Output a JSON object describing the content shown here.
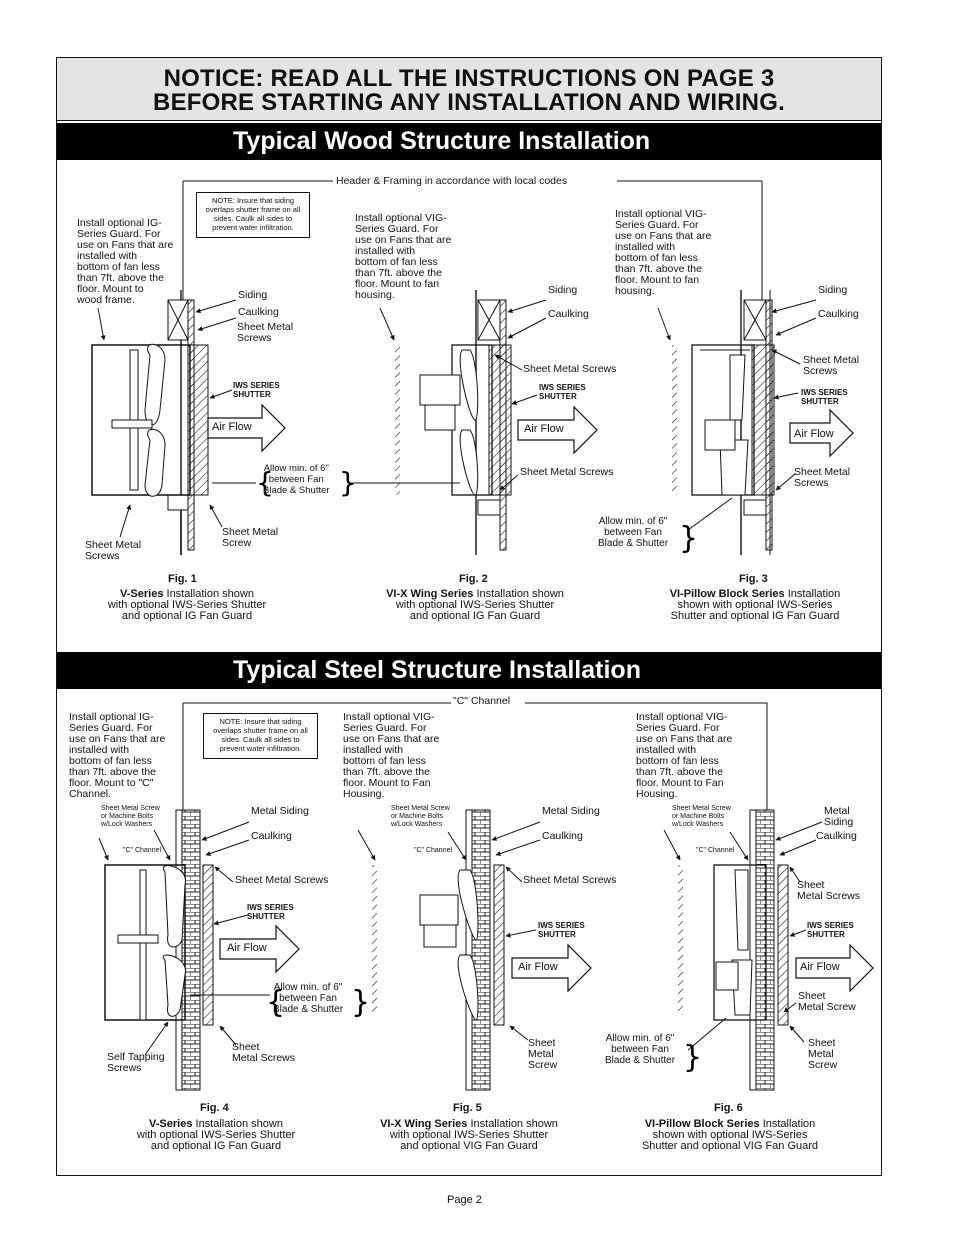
{
  "notice": {
    "line1": "NOTICE: READ ALL THE INSTRUCTIONS ON PAGE 3",
    "line2": "BEFORE STARTING ANY INSTALLATION AND WIRING."
  },
  "wood": {
    "title": "Typical Wood Structure Installation",
    "header_note": "Header & Framing in accordance with local codes",
    "siding_note": "NOTE: Insure that siding\noverlaps shutter frame on all\nsides. Caulk all sides to\nprevent water infiltration.",
    "fig1": {
      "guard": "Install optional IG-\nSeries Guard. For\nuse on Fans that are\ninstalled with\nbottom of fan less\nthan 7ft. above the\nfloor. Mount to\nwood frame.",
      "siding": "Siding",
      "caulking": "Caulking",
      "sms": "Sheet Metal\nScrews",
      "shutter": "IWS SERIES\nSHUTTER",
      "airflow": "Air Flow",
      "allow": "Allow min. of 6\"\nbetween Fan\nBlade & Shutter",
      "bottom_left": "Sheet Metal\nScrews",
      "bottom_right": "Sheet Metal\nScrew",
      "fig": "Fig. 1",
      "cap_bold": "V-Series",
      "cap_rest": " Installation shown",
      "cap2": "with optional IWS-Series Shutter\nand optional IG Fan Guard"
    },
    "fig2": {
      "guard": "Install optional VIG-\nSeries Guard. For\nuse on Fans that are\ninstalled with\nbottom of fan less\nthan 7ft. above the\nfloor. Mount to fan\nhousing.",
      "siding": "Siding",
      "caulking": "Caulking",
      "sms_top": "Sheet Metal Screws",
      "shutter": "IWS SERIES\nSHUTTER",
      "airflow": "Air Flow",
      "sms_bottom": "Sheet Metal Screws",
      "fig": "Fig. 2",
      "cap_bold": "VI-X Wing Series",
      "cap_rest": " Installation shown",
      "cap2": "with optional IWS-Series Shutter\nand optional IG Fan Guard"
    },
    "fig3": {
      "guard": "Install optional VIG-\nSeries Guard. For\nuse on Fans that are\ninstalled with\nbottom of fan less\nthan 7ft. above the\nfloor. Mount to fan\nhousing.",
      "siding": "Siding",
      "caulking": "Caulking",
      "sms_top": "Sheet Metal\nScrews",
      "shutter": "IWS SERIES\nSHUTTER",
      "airflow": "Air Flow",
      "sms_bottom": "Sheet Metal\nScrews",
      "allow": "Allow min. of 6\"\nbetween Fan\nBlade & Shutter",
      "fig": "Fig. 3",
      "cap_bold": "VI-Pillow Block Series",
      "cap_rest": " Installation",
      "cap2": "shown with optional IWS-Series\nShutter and optional IG Fan Guard"
    }
  },
  "steel": {
    "title": "Typical Steel Structure Installation",
    "c_channel": "\"C\" Channel",
    "siding_note": "NOTE: Insure that siding\noverlaps shutter frame on all\nsides. Caulk all sides to\nprevent water infiltration.",
    "fig4": {
      "guard": "Install optional IG-\nSeries Guard. For\nuse on Fans that are\ninstalled with\nbottom of fan less\nthan 7ft. above the\nfloor. Mount to \"C\"\nChannel.",
      "machine": "Sheet Metal Screw\nor Machine Bolts\nw/Lock Washers",
      "cchan": "\"C\" Channel",
      "siding": "Metal Siding",
      "caulking": "Caulking",
      "sms": "Sheet Metal Screws",
      "shutter": "IWS SERIES\nSHUTTER",
      "airflow": "Air Flow",
      "allow": "Allow min. of 6\"\nbetween Fan\nBlade & Shutter",
      "self_tap": "Self Tapping\nScrews",
      "sms_bottom": "Sheet\nMetal Screws",
      "fig": "Fig. 4",
      "cap_bold": "V-Series",
      "cap_rest": " Installation shown",
      "cap2": "with optional IWS-Series Shutter\nand optional IG Fan Guard"
    },
    "fig5": {
      "guard": "Install optional VIG-\nSeries Guard. For\nuse on Fans that are\ninstalled with\nbottom of fan less\nthan 7ft. above the\nfloor. Mount to Fan\nHousing.",
      "machine": "Sheet Metal Screw\nor Machine Bolts\nw/Lock Washers",
      "cchan": "\"C\" Channel",
      "siding": "Metal Siding",
      "caulking": "Caulking",
      "sms": "Sheet Metal Screws",
      "shutter": "IWS SERIES\nSHUTTER",
      "airflow": "Air Flow",
      "sms_bottom": "Sheet\nMetal\nScrew",
      "fig": "Fig. 5",
      "cap_bold": "VI-X Wing Series",
      "cap_rest": " Installation shown",
      "cap2": "with optional IWS-Series Shutter\nand optional VIG Fan Guard"
    },
    "fig6": {
      "guard": "Install optional VIG-\nSeries Guard. For\nuse on Fans that are\ninstalled with\nbottom of fan less\nthan 7ft. above the\nfloor. Mount to Fan\nHousing.",
      "machine": "Sheet Metal Screw\nor Machine Bolts\nw/Lock Washers",
      "cchan": "\"C\" Channel",
      "siding": "Metal\nSiding",
      "caulking": "Caulking",
      "sms": "Sheet\nMetal Screws",
      "shutter": "IWS SERIES\nSHUTTER",
      "airflow": "Air Flow",
      "sms_mid": "Sheet\nMetal Screw",
      "sms_bottom": "Sheet\nMetal\nScrew",
      "allow": "Allow min. of 6\"\nbetween Fan\nBlade & Shutter",
      "fig": "Fig. 6",
      "cap_bold": "VI-Pillow Block Series",
      "cap_rest": " Installation",
      "cap2": "shown with optional IWS-Series\nShutter and optional VIG Fan Guard"
    }
  },
  "page": "Page 2"
}
